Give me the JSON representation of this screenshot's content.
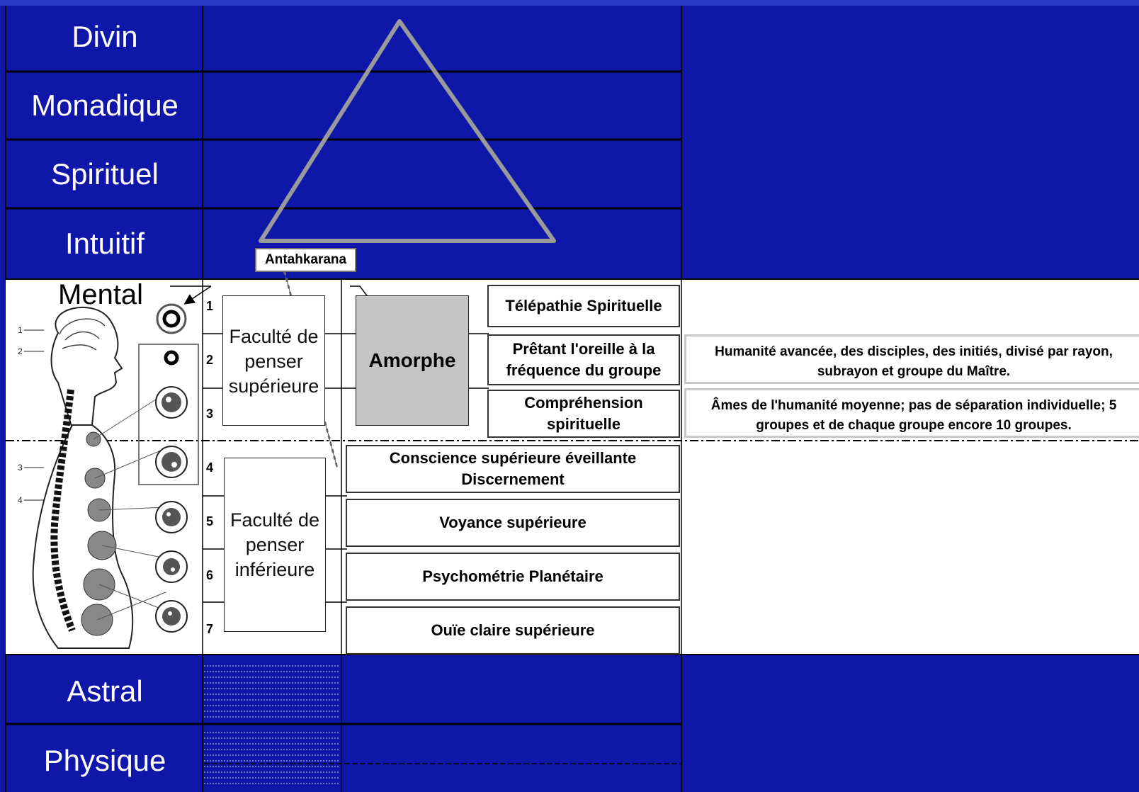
{
  "planes": [
    "Divin",
    "Monadique",
    "Spirituel",
    "Intuitif",
    "Mental",
    "Astral",
    "Physique"
  ],
  "antahkarana": "Antahkarana",
  "faculties": {
    "superieure": "Faculté de penser supérieure",
    "inferieure": "Faculté de penser inférieure"
  },
  "amorphe": "Amorphe",
  "subplanes": [
    "1",
    "2",
    "3",
    "4",
    "5",
    "6",
    "7"
  ],
  "capacities": [
    "Télépathie Spirituelle",
    "Prêtant l'oreille à la fréquence du groupe",
    "Compréhension spirituelle",
    "Conscience supérieure éveillante Discernement",
    "Voyance supérieure",
    "Psychométrie Planétaire",
    "Ouïe claire supérieure"
  ],
  "descriptions": [
    "Humanité avancée, des disciples, des initiés, divisé par rayon, subrayon et groupe du Maître.",
    "Âmes de l'humanité moyenne; pas de séparation individuelle; 5 groupes et de chaque groupe encore 10 groupes."
  ],
  "body_figure_numbers": [
    "1",
    "2",
    "3",
    "4"
  ],
  "colors": {
    "background": "#0f17a8",
    "line": "#000000",
    "triangle": "#9a9a9a",
    "amorphe_fill": "#c4c4c4"
  }
}
